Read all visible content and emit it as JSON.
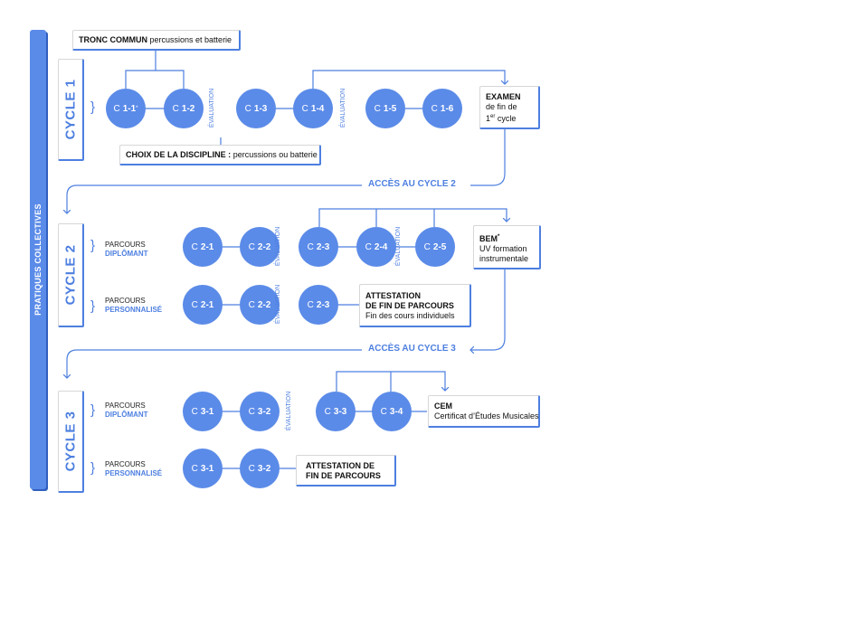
{
  "sidebar": {
    "label": "PRATIQUES COLLECTIVES"
  },
  "cycles": {
    "c1": "CYCLE 1",
    "c2": "CYCLE 2",
    "c3": "CYCLE 3"
  },
  "tronc": {
    "bold": "TRONC COMMUN",
    "rest": "percussions et batterie"
  },
  "choix": {
    "bold": "CHOIX DE LA DISCIPLINE :",
    "rest": "percussions ou batterie"
  },
  "eval_label": "ÉVALUATION",
  "cycle1_nodes": [
    {
      "prefix": "C",
      "num": "1-1",
      "sup": "*"
    },
    {
      "prefix": "C",
      "num": "1-2",
      "sup": ""
    },
    {
      "prefix": "C",
      "num": "1-3",
      "sup": ""
    },
    {
      "prefix": "C",
      "num": "1-4",
      "sup": ""
    },
    {
      "prefix": "C",
      "num": "1-5",
      "sup": ""
    },
    {
      "prefix": "C",
      "num": "1-6",
      "sup": ""
    }
  ],
  "examen": {
    "title": "EXAMEN",
    "line1": "de fin de",
    "line2_a": "1",
    "line2_sup": "er",
    "line2_b": " cycle"
  },
  "acces2": "ACCÈS AU CYCLE 2",
  "acces3": "ACCÈS AU CYCLE 3",
  "parcours": {
    "word": "PARCOURS",
    "diplomant": "DIPLÔMANT",
    "personnalise": "PERSONNALISÉ"
  },
  "cycle2_dip_nodes": [
    {
      "prefix": "C",
      "num": "2-1"
    },
    {
      "prefix": "C",
      "num": "2-2"
    },
    {
      "prefix": "C",
      "num": "2-3"
    },
    {
      "prefix": "C",
      "num": "2-4"
    },
    {
      "prefix": "C",
      "num": "2-5"
    }
  ],
  "cycle2_pers_nodes": [
    {
      "prefix": "C",
      "num": "2-1"
    },
    {
      "prefix": "C",
      "num": "2-2"
    },
    {
      "prefix": "C",
      "num": "2-3"
    }
  ],
  "bem": {
    "title": "BEM",
    "sup": "*",
    "line1": "UV formation",
    "line2": "instrumentale"
  },
  "attest2": {
    "line1": "ATTESTATION",
    "line2": "DE FIN DE PARCOURS",
    "line3": "Fin des cours individuels"
  },
  "cycle3_dip_nodes": [
    {
      "prefix": "C",
      "num": "3-1"
    },
    {
      "prefix": "C",
      "num": "3-2"
    },
    {
      "prefix": "C",
      "num": "3-3"
    },
    {
      "prefix": "C",
      "num": "3-4"
    }
  ],
  "cycle3_pers_nodes": [
    {
      "prefix": "C",
      "num": "3-1"
    },
    {
      "prefix": "C",
      "num": "3-2"
    }
  ],
  "cem": {
    "title": "CEM",
    "line1": "Certificat d’Études Musicales"
  },
  "attest3": {
    "line1": "ATTESTATION DE",
    "line2": "FIN DE PARCOURS"
  },
  "colors": {
    "accent": "#5b8be8",
    "accent_dark": "#4d7fe0",
    "text": "#111111"
  }
}
